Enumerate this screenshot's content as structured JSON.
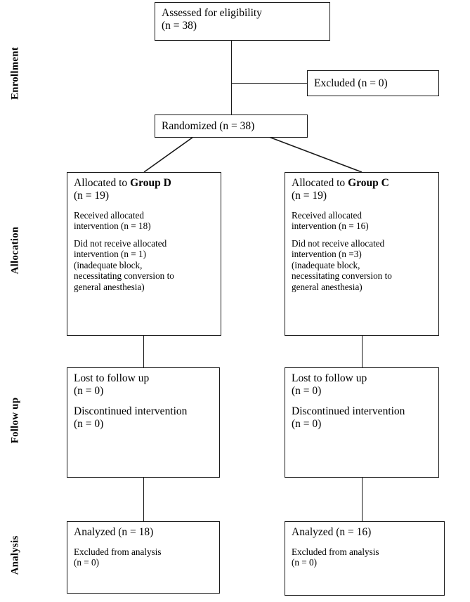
{
  "diagram": {
    "type": "consort-flow-diagram",
    "stages": [
      {
        "id": "enrollment",
        "label": "Enrollment"
      },
      {
        "id": "allocation",
        "label": "Allocation"
      },
      {
        "id": "followup",
        "label": "Follow up"
      },
      {
        "id": "analysis",
        "label": "Analysis"
      }
    ],
    "nodes": {
      "assessed": {
        "line1": "Assessed for eligibility",
        "line2": "(n = 38)"
      },
      "excluded": {
        "line1": "Excluded (n = 0)"
      },
      "randomized": {
        "line1": "Randomized (n = 38)"
      },
      "alloc_left": {
        "head_prefix": "Allocated to ",
        "head_group": "Group D",
        "head_n": "(n = 19)",
        "received_line1": "Received allocated",
        "received_line2": "intervention (n = 18)",
        "notreceived_line1": "Did not receive allocated",
        "notreceived_line2": "intervention (n = 1)",
        "notreceived_line3": "(inadequate block,",
        "notreceived_line4": "necessitating conversion to",
        "notreceived_line5": "general anesthesia)"
      },
      "alloc_right": {
        "head_prefix": "Allocated to ",
        "head_group": "Group C",
        "head_n": "(n = 19)",
        "received_line1": "Received allocated",
        "received_line2": "intervention (n = 16)",
        "notreceived_line1": "Did not receive allocated",
        "notreceived_line2": "intervention (n =3)",
        "notreceived_line3": "(inadequate block,",
        "notreceived_line4": "necessitating conversion to",
        "notreceived_line5": "general anesthesia)"
      },
      "follow_left": {
        "lost_line1": "Lost to follow up",
        "lost_line2": "(n = 0)",
        "disc_line1": "Discontinued intervention",
        "disc_line2": "(n = 0)"
      },
      "follow_right": {
        "lost_line1": "Lost to follow up",
        "lost_line2": "(n = 0)",
        "disc_line1": "Discontinued intervention",
        "disc_line2": "(n = 0)"
      },
      "analysis_left": {
        "analyzed": "Analyzed (n = 18)",
        "excluded_line1": "Excluded from analysis",
        "excluded_line2": " (n = 0)"
      },
      "analysis_right": {
        "analyzed": "Analyzed (n = 16)",
        "excluded_line1": "Excluded from analysis",
        "excluded_line2": "(n = 0)"
      }
    },
    "colors": {
      "stroke": "#1a1a1a",
      "text": "#000000",
      "background": "#ffffff"
    }
  }
}
